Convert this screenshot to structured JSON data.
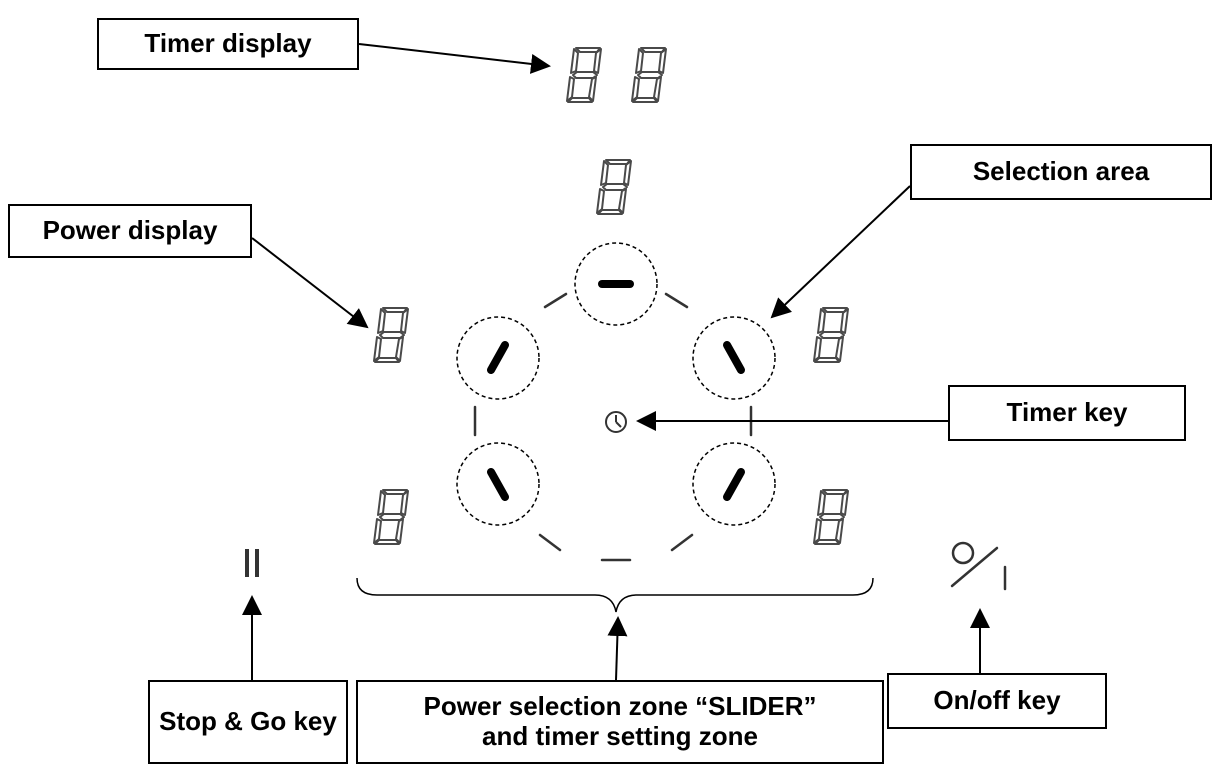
{
  "labels": {
    "timer_display": "Timer display",
    "selection_area": "Selection area",
    "power_display": "Power display",
    "timer_key": "Timer key",
    "stop_go_key": "Stop & Go key",
    "slider_zone_line1": "Power selection zone “SLIDER”",
    "slider_zone_line2": "and timer setting zone",
    "on_off_key": "On/off key"
  },
  "icons": {
    "seven_segment_digit": "seven-segment-8",
    "timer_key": "clock-icon",
    "stop_go_key": "pause-icon",
    "on_off_key": "on-off-icon"
  },
  "colors": {
    "line": "#000000",
    "segment": "#4a4a4a"
  }
}
